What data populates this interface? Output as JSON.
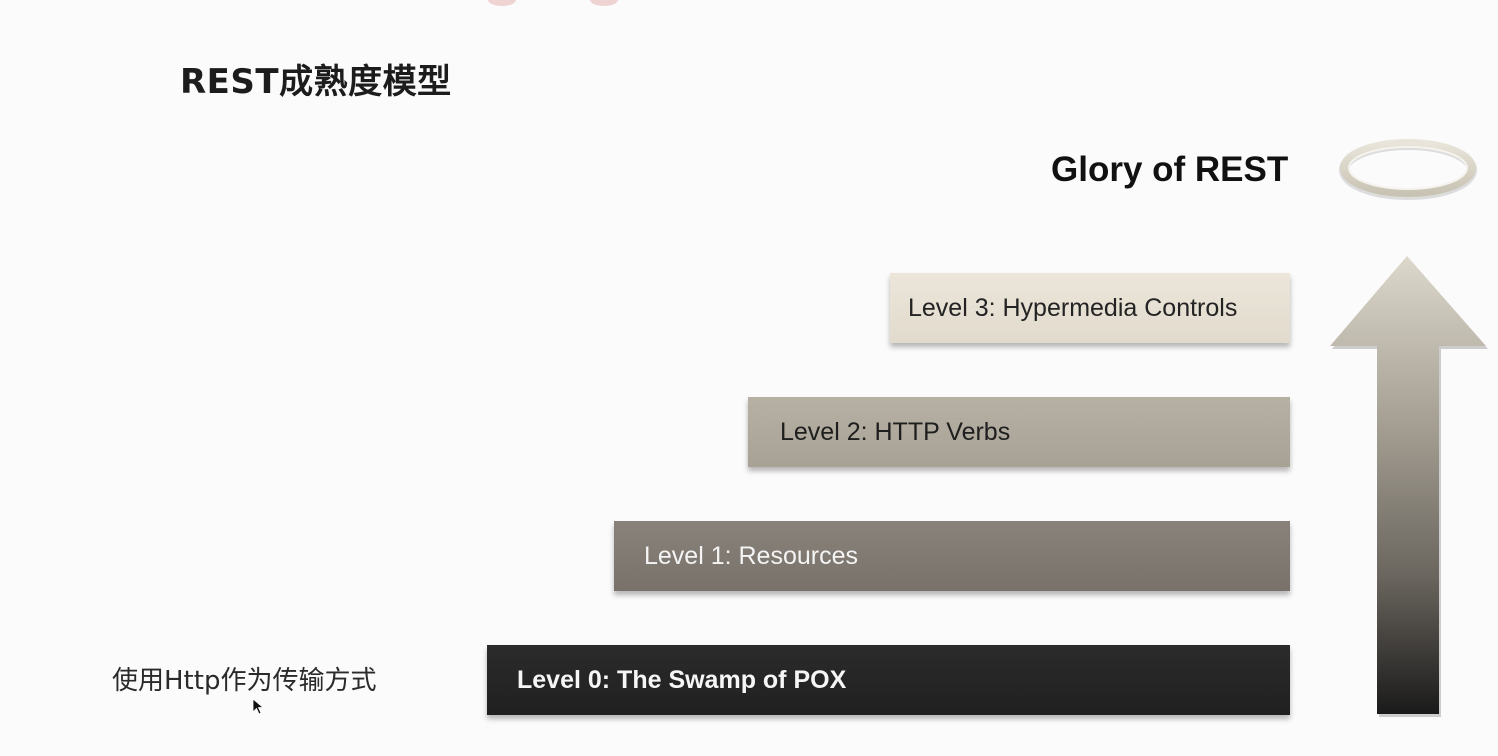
{
  "slide": {
    "title": "REST成熟度模型",
    "goal_label": "Glory of REST",
    "note": "使用Http作为传输方式"
  },
  "levels": [
    {
      "id": "level-3",
      "label": "Level 3: Hypermedia Controls"
    },
    {
      "id": "level-2",
      "label": "Level 2: HTTP Verbs"
    },
    {
      "id": "level-1",
      "label": "Level 1: Resources"
    },
    {
      "id": "level-0",
      "label": "Level 0: The Swamp of POX"
    }
  ],
  "icons": {
    "goal": "halo-icon",
    "direction": "up-arrow-icon",
    "pointer": "mouse-cursor-icon"
  },
  "colors": {
    "level_3": "#e6e0d4",
    "level_2": "#b0aa9e",
    "level_1": "#807a72",
    "level_0": "#252525",
    "arrow_top": "#ddd8cc",
    "arrow_bottom": "#1a1a1a"
  }
}
